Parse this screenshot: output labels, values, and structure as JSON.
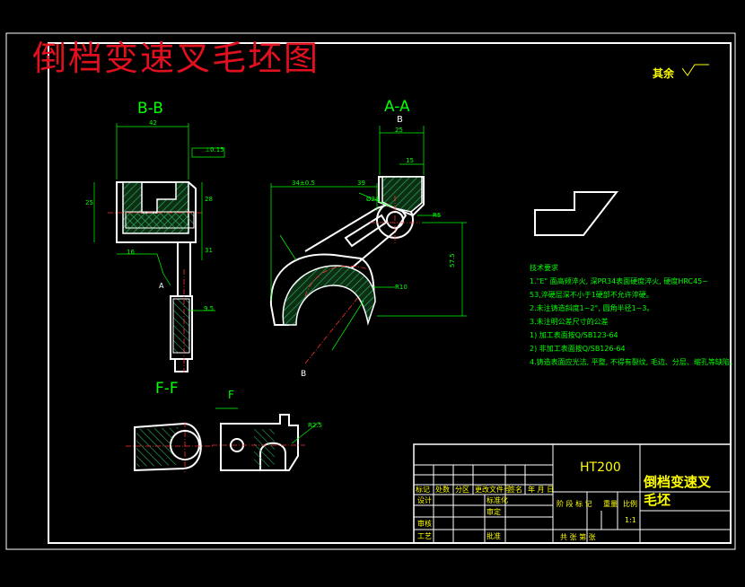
{
  "title": "倒档变速叉毛坯图",
  "rest_roughness": "其余",
  "sections": {
    "bb": "B-B",
    "aa": "A-A",
    "ff": "F-F",
    "f": "F",
    "a_mark": "A",
    "b_mark_top": "B",
    "b_mark_bottom": "B"
  },
  "dims": {
    "d42": "42",
    "d015": "⊥0.15",
    "d25": "25",
    "d28": "28",
    "d31": "31",
    "d16": "16",
    "d95": "9.5",
    "d25a": "25",
    "d15": "15",
    "d345": "34±0.5",
    "d39": "39",
    "dphi24": "Ø24",
    "dr5": "R5",
    "d575": "57.5",
    "dr10": "R10",
    "dr25": "R2.5"
  },
  "notes": {
    "heading": "技术要求",
    "lines": [
      "1.\"E\" 面高频淬火, 深PR34表面硬度淬火, 硬度HRC45~",
      "53,淬硬层深不小于1硬部不允许淬硬。",
      "2.未注铸造斜度1~2°, 圆角半径1~3。",
      "3.未注明公差尺寸的公差",
      "   1) 加工表面按Q/SB123-64",
      "   2) 非加工表面按Q/SB126-64",
      "4.铸造表面应光洁, 平整, 不得有裂纹, 毛边、分层、缩孔等缺陷。"
    ]
  },
  "titleblock": {
    "material": "HT200",
    "part_name_1": "倒档变速叉",
    "part_name_2": "毛坯",
    "scale": "1:1",
    "row1": [
      "标记",
      "处数",
      "分区",
      "更改文件号",
      "签名",
      "年 月 日"
    ],
    "row_design": "设计",
    "row_std": "标准化",
    "row_review": "审核",
    "row_craft": "工艺",
    "row_check": "审定",
    "row_approve": "批准",
    "stage_labels": [
      "阶 段 标 记",
      "重量",
      "比例"
    ],
    "sheet": "共  张  第  张"
  }
}
